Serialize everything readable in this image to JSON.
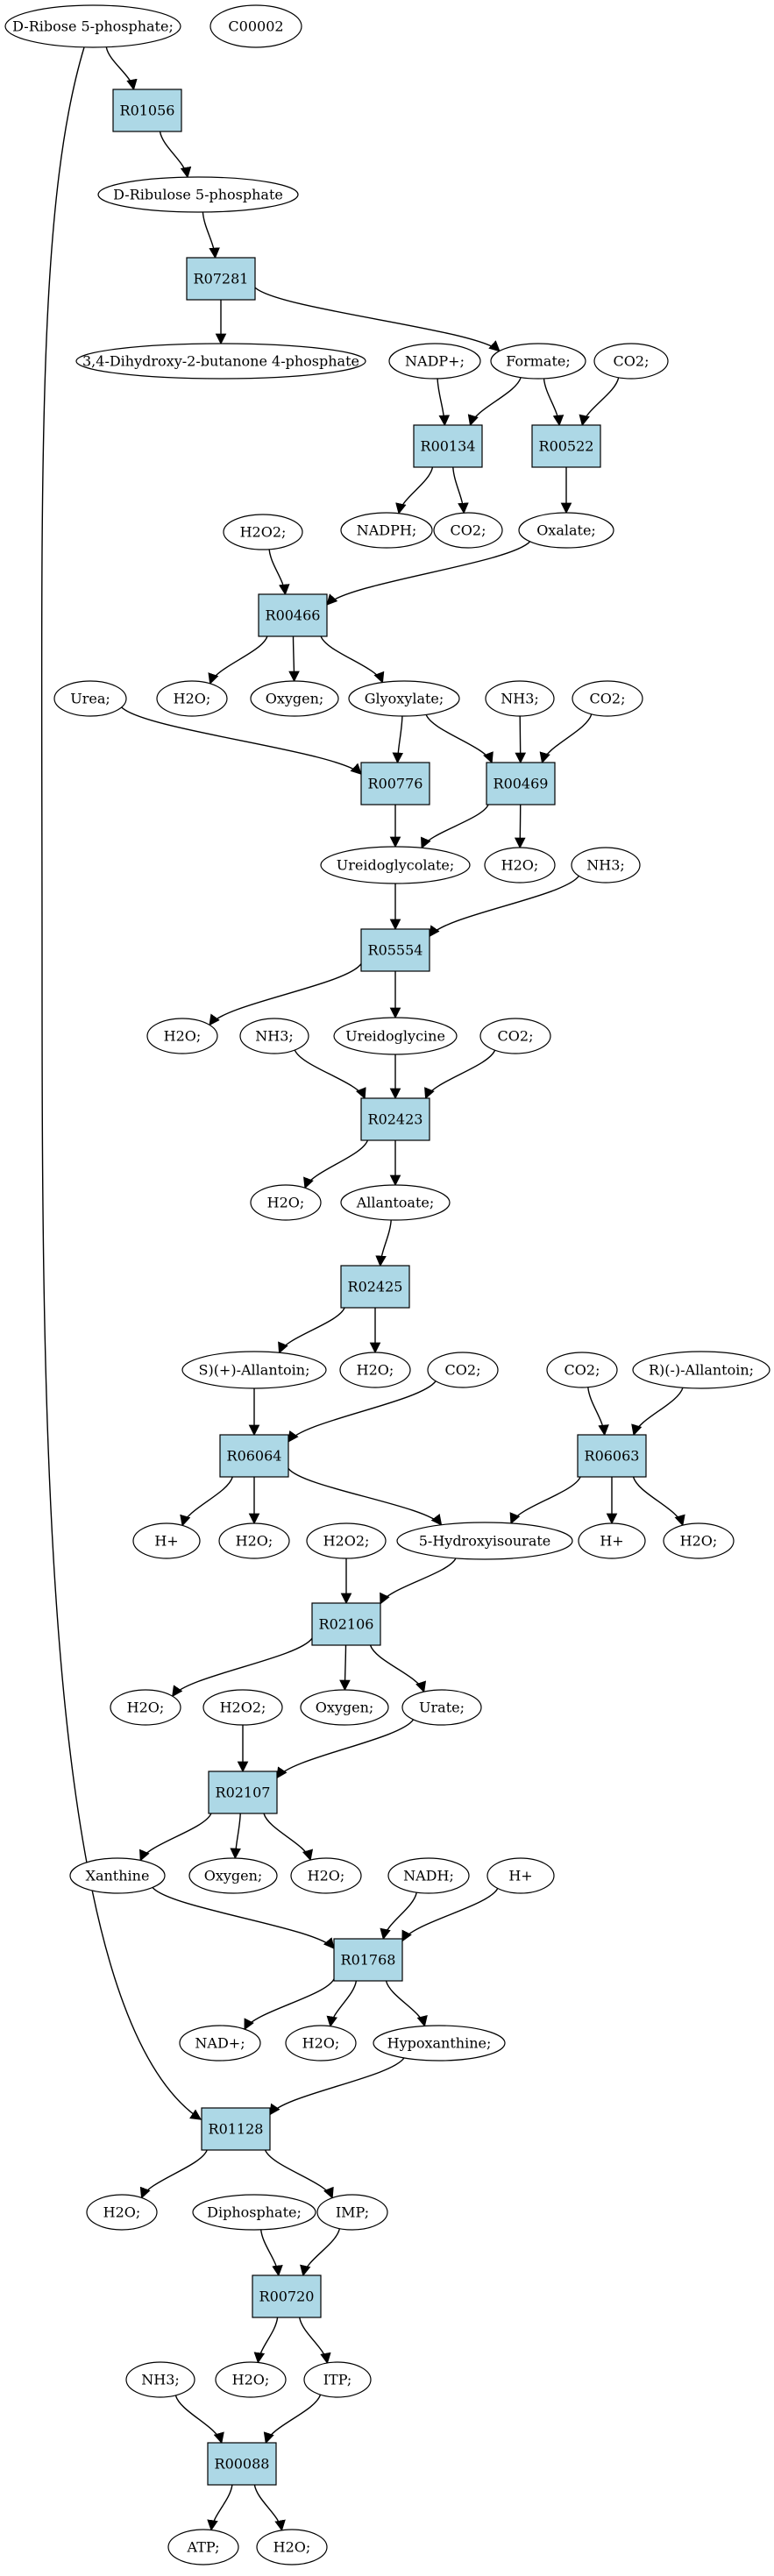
{
  "diagram": {
    "colors": {
      "reaction": "#add8e6",
      "start": "#00e000",
      "highlight": "#ffff00",
      "compound": "#ffffff"
    },
    "nodes": [
      {
        "id": "d_ribose5p",
        "label": "D-Ribose 5-phosphate;",
        "kind": "start"
      },
      {
        "id": "c00002",
        "label": "C00002",
        "kind": "highlight"
      },
      {
        "id": "R01056",
        "label": "R01056",
        "kind": "reaction"
      },
      {
        "id": "d_ribulose5p",
        "label": "D-Ribulose 5-phosphate",
        "kind": "compound"
      },
      {
        "id": "R07281",
        "label": "R07281",
        "kind": "reaction"
      },
      {
        "id": "dihydroxybutanone",
        "label": "3,4-Dihydroxy-2-butanone 4-phosphate",
        "kind": "compound"
      },
      {
        "id": "nadp",
        "label": "NADP+;",
        "kind": "compound"
      },
      {
        "id": "formate",
        "label": "Formate;",
        "kind": "compound"
      },
      {
        "id": "co2_a",
        "label": "CO2;",
        "kind": "compound"
      },
      {
        "id": "R00134",
        "label": "R00134",
        "kind": "reaction"
      },
      {
        "id": "R00522",
        "label": "R00522",
        "kind": "reaction"
      },
      {
        "id": "nadph",
        "label": "NADPH;",
        "kind": "compound"
      },
      {
        "id": "co2_b",
        "label": "CO2;",
        "kind": "compound"
      },
      {
        "id": "oxalate",
        "label": "Oxalate;",
        "kind": "compound"
      },
      {
        "id": "h2o2_a",
        "label": "H2O2;",
        "kind": "compound"
      },
      {
        "id": "R00466",
        "label": "R00466",
        "kind": "reaction"
      },
      {
        "id": "h2o_a",
        "label": "H2O;",
        "kind": "compound"
      },
      {
        "id": "oxygen_a",
        "label": "Oxygen;",
        "kind": "compound"
      },
      {
        "id": "glyoxylate",
        "label": "Glyoxylate;",
        "kind": "compound"
      },
      {
        "id": "urea",
        "label": "Urea;",
        "kind": "compound"
      },
      {
        "id": "nh3_a",
        "label": "NH3;",
        "kind": "compound"
      },
      {
        "id": "co2_c",
        "label": "CO2;",
        "kind": "compound"
      },
      {
        "id": "R00776",
        "label": "R00776",
        "kind": "reaction"
      },
      {
        "id": "R00469",
        "label": "R00469",
        "kind": "reaction"
      },
      {
        "id": "ureidoglycolate",
        "label": "Ureidoglycolate;",
        "kind": "compound"
      },
      {
        "id": "h2o_b",
        "label": "H2O;",
        "kind": "compound"
      },
      {
        "id": "nh3_b",
        "label": "NH3;",
        "kind": "compound"
      },
      {
        "id": "R05554",
        "label": "R05554",
        "kind": "reaction"
      },
      {
        "id": "h2o_c",
        "label": "H2O;",
        "kind": "compound"
      },
      {
        "id": "nh3_c",
        "label": "NH3;",
        "kind": "compound"
      },
      {
        "id": "ureidoglycine",
        "label": "Ureidoglycine",
        "kind": "compound"
      },
      {
        "id": "co2_d",
        "label": "CO2;",
        "kind": "compound"
      },
      {
        "id": "R02423",
        "label": "R02423",
        "kind": "reaction"
      },
      {
        "id": "h2o_d",
        "label": "H2O;",
        "kind": "compound"
      },
      {
        "id": "allantoate",
        "label": "Allantoate;",
        "kind": "compound"
      },
      {
        "id": "R02425",
        "label": "R02425",
        "kind": "reaction"
      },
      {
        "id": "s_allantoin",
        "label": "S)(+)-Allantoin;",
        "kind": "compound"
      },
      {
        "id": "h2o_e",
        "label": "H2O;",
        "kind": "compound"
      },
      {
        "id": "co2_e",
        "label": "CO2;",
        "kind": "compound"
      },
      {
        "id": "co2_f",
        "label": "CO2;",
        "kind": "compound"
      },
      {
        "id": "r_allantoin",
        "label": "R)(-)-Allantoin;",
        "kind": "compound"
      },
      {
        "id": "R06064",
        "label": "R06064",
        "kind": "reaction"
      },
      {
        "id": "R06063",
        "label": "R06063",
        "kind": "reaction"
      },
      {
        "id": "hplus_a",
        "label": "H+",
        "kind": "compound"
      },
      {
        "id": "h2o_f",
        "label": "H2O;",
        "kind": "compound"
      },
      {
        "id": "h2o2_b",
        "label": "H2O2;",
        "kind": "compound"
      },
      {
        "id": "hydroxyisourate",
        "label": "5-Hydroxyisourate",
        "kind": "compound"
      },
      {
        "id": "hplus_b",
        "label": "H+",
        "kind": "compound"
      },
      {
        "id": "h2o_g",
        "label": "H2O;",
        "kind": "compound"
      },
      {
        "id": "R02106",
        "label": "R02106",
        "kind": "reaction"
      },
      {
        "id": "h2o_h",
        "label": "H2O;",
        "kind": "compound"
      },
      {
        "id": "h2o2_c",
        "label": "H2O2;",
        "kind": "compound"
      },
      {
        "id": "oxygen_b",
        "label": "Oxygen;",
        "kind": "compound"
      },
      {
        "id": "urate",
        "label": "Urate;",
        "kind": "compound"
      },
      {
        "id": "R02107",
        "label": "R02107",
        "kind": "reaction"
      },
      {
        "id": "xanthine",
        "label": "Xanthine",
        "kind": "compound"
      },
      {
        "id": "oxygen_c",
        "label": "Oxygen;",
        "kind": "compound"
      },
      {
        "id": "h2o_i",
        "label": "H2O;",
        "kind": "compound"
      },
      {
        "id": "nadh",
        "label": "NADH;",
        "kind": "compound"
      },
      {
        "id": "hplus_c",
        "label": "H+",
        "kind": "compound"
      },
      {
        "id": "R01768",
        "label": "R01768",
        "kind": "reaction"
      },
      {
        "id": "nad",
        "label": "NAD+;",
        "kind": "compound"
      },
      {
        "id": "h2o_j",
        "label": "H2O;",
        "kind": "compound"
      },
      {
        "id": "hypoxanthine",
        "label": "Hypoxanthine;",
        "kind": "compound"
      },
      {
        "id": "R01128",
        "label": "R01128",
        "kind": "reaction"
      },
      {
        "id": "h2o_k",
        "label": "H2O;",
        "kind": "compound"
      },
      {
        "id": "diphosphate",
        "label": "Diphosphate;",
        "kind": "compound"
      },
      {
        "id": "imp",
        "label": "IMP;",
        "kind": "compound"
      },
      {
        "id": "R00720",
        "label": "R00720",
        "kind": "reaction"
      },
      {
        "id": "nh3_d",
        "label": "NH3;",
        "kind": "compound"
      },
      {
        "id": "h2o_l",
        "label": "H2O;",
        "kind": "compound"
      },
      {
        "id": "itp",
        "label": "ITP;",
        "kind": "compound"
      },
      {
        "id": "R00088",
        "label": "R00088",
        "kind": "reaction"
      },
      {
        "id": "atp",
        "label": "ATP;",
        "kind": "compound"
      },
      {
        "id": "h2o_m",
        "label": "H2O;",
        "kind": "compound"
      }
    ],
    "edges": [
      [
        "d_ribose5p",
        "R01056"
      ],
      [
        "R01056",
        "d_ribulose5p"
      ],
      [
        "d_ribulose5p",
        "R07281"
      ],
      [
        "R07281",
        "dihydroxybutanone"
      ],
      [
        "R07281",
        "formate"
      ],
      [
        "nadp",
        "R00134"
      ],
      [
        "formate",
        "R00134"
      ],
      [
        "formate",
        "R00522"
      ],
      [
        "co2_a",
        "R00522"
      ],
      [
        "R00134",
        "nadph"
      ],
      [
        "R00134",
        "co2_b"
      ],
      [
        "R00522",
        "oxalate"
      ],
      [
        "h2o2_a",
        "R00466"
      ],
      [
        "oxalate",
        "R00466"
      ],
      [
        "R00466",
        "h2o_a"
      ],
      [
        "R00466",
        "oxygen_a"
      ],
      [
        "R00466",
        "glyoxylate"
      ],
      [
        "urea",
        "R00776"
      ],
      [
        "glyoxylate",
        "R00776"
      ],
      [
        "glyoxylate",
        "R00469"
      ],
      [
        "nh3_a",
        "R00469"
      ],
      [
        "co2_c",
        "R00469"
      ],
      [
        "R00776",
        "ureidoglycolate"
      ],
      [
        "R00469",
        "ureidoglycolate"
      ],
      [
        "R00469",
        "h2o_b"
      ],
      [
        "ureidoglycolate",
        "R05554"
      ],
      [
        "nh3_b",
        "R05554"
      ],
      [
        "R05554",
        "h2o_c"
      ],
      [
        "R05554",
        "ureidoglycine"
      ],
      [
        "nh3_c",
        "R02423"
      ],
      [
        "ureidoglycine",
        "R02423"
      ],
      [
        "co2_d",
        "R02423"
      ],
      [
        "R02423",
        "h2o_d"
      ],
      [
        "R02423",
        "allantoate"
      ],
      [
        "allantoate",
        "R02425"
      ],
      [
        "R02425",
        "s_allantoin"
      ],
      [
        "R02425",
        "h2o_e"
      ],
      [
        "s_allantoin",
        "R06064"
      ],
      [
        "co2_e",
        "R06064"
      ],
      [
        "co2_f",
        "R06063"
      ],
      [
        "r_allantoin",
        "R06063"
      ],
      [
        "R06064",
        "hplus_a"
      ],
      [
        "R06064",
        "h2o_f"
      ],
      [
        "R06064",
        "hydroxyisourate"
      ],
      [
        "R06063",
        "hydroxyisourate"
      ],
      [
        "R06063",
        "hplus_b"
      ],
      [
        "R06063",
        "h2o_g"
      ],
      [
        "h2o2_b",
        "R02106"
      ],
      [
        "hydroxyisourate",
        "R02106"
      ],
      [
        "R02106",
        "h2o_h"
      ],
      [
        "R02106",
        "oxygen_b"
      ],
      [
        "R02106",
        "urate"
      ],
      [
        "h2o2_c",
        "R02107"
      ],
      [
        "urate",
        "R02107"
      ],
      [
        "R02107",
        "xanthine"
      ],
      [
        "R02107",
        "oxygen_c"
      ],
      [
        "R02107",
        "h2o_i"
      ],
      [
        "xanthine",
        "R01768"
      ],
      [
        "nadh",
        "R01768"
      ],
      [
        "hplus_c",
        "R01768"
      ],
      [
        "R01768",
        "nad"
      ],
      [
        "R01768",
        "h2o_j"
      ],
      [
        "R01768",
        "hypoxanthine"
      ],
      [
        "d_ribose5p",
        "R01128"
      ],
      [
        "hypoxanthine",
        "R01128"
      ],
      [
        "R01128",
        "h2o_k"
      ],
      [
        "R01128",
        "imp"
      ],
      [
        "diphosphate",
        "R00720"
      ],
      [
        "imp",
        "R00720"
      ],
      [
        "R00720",
        "h2o_l"
      ],
      [
        "R00720",
        "itp"
      ],
      [
        "nh3_d",
        "R00088"
      ],
      [
        "itp",
        "R00088"
      ],
      [
        "R00088",
        "atp"
      ],
      [
        "R00088",
        "h2o_m"
      ]
    ]
  }
}
